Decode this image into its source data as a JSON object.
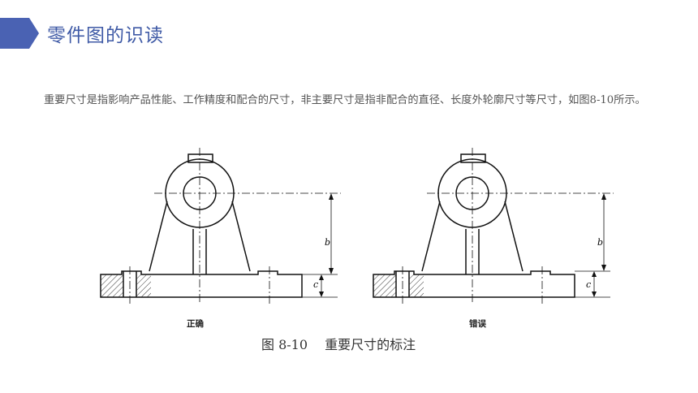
{
  "header": {
    "title": "零件图的识读",
    "accent_color": "#4a62b3"
  },
  "content": {
    "paragraph": "重要尺寸是指影响产品性能、工作精度和配合的尺寸，非主要尺寸是指非配合的直径、长度外轮廓尺寸等尺寸，如图8-10所示。"
  },
  "figure": {
    "left_label": "正确",
    "right_label": "错误",
    "dim_b": "b",
    "dim_c": "c",
    "caption": "图 8-10　 重要尺寸的标注"
  }
}
